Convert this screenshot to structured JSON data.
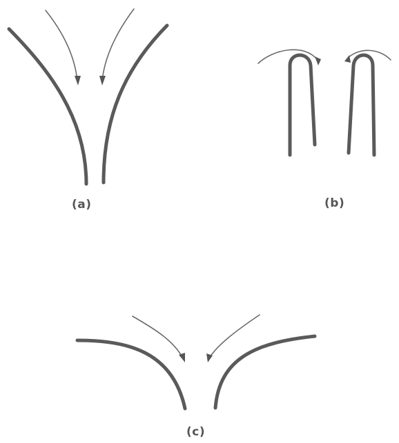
{
  "panels": {
    "a": {
      "label": "(a)"
    },
    "b": {
      "label": "(b)"
    },
    "c": {
      "label": "(c)"
    }
  },
  "colors": {
    "background": "#ffffff",
    "line": "#5a5a5a",
    "text": "#555555"
  }
}
